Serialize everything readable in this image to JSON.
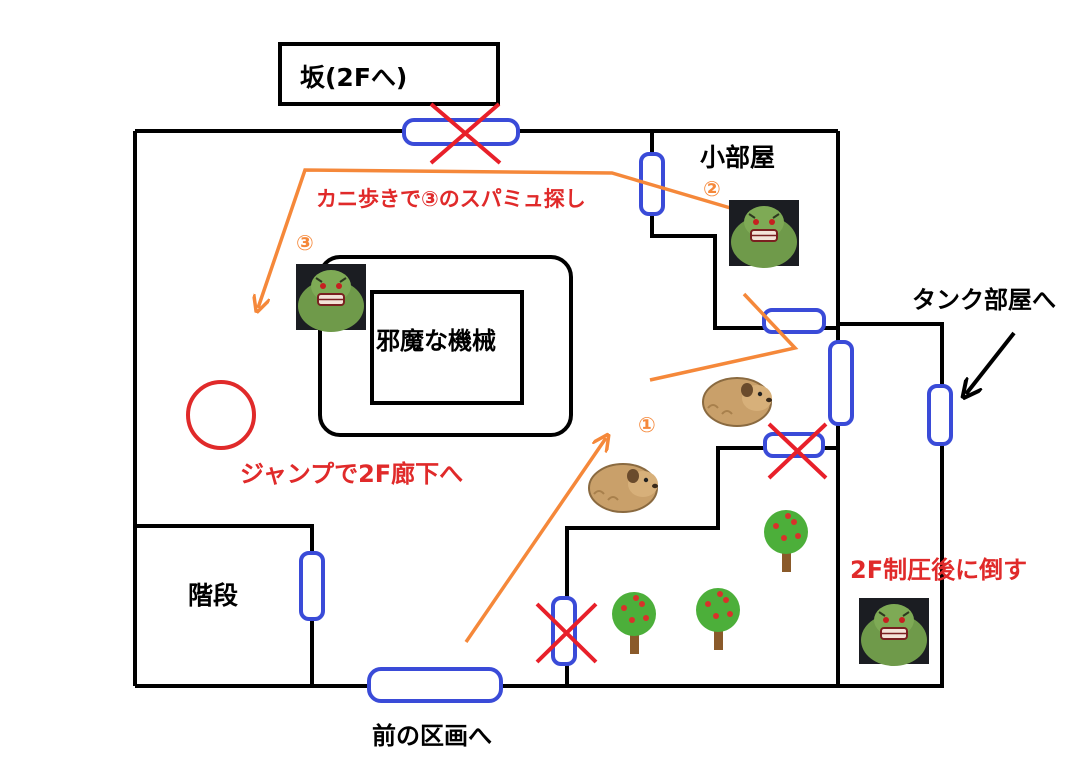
{
  "labels": {
    "slope": "坂(2Fへ)",
    "small_room": "小部屋",
    "crab_walk": "カニ歩きで③のスパミュ探し",
    "marker_1": "①",
    "marker_2": "②",
    "marker_3": "③",
    "machine": "邪魔な機械",
    "tank_room": "タンク部屋へ",
    "jump": "ジャンプで2F廊下へ",
    "stairs": "階段",
    "after_2f": "2F制圧後に倒す",
    "prev_section": "前の区画へ"
  },
  "colors": {
    "wall": "#000000",
    "door": "#3a4bd8",
    "route": "#f5883a",
    "red_text": "#e02a2a",
    "cross": "#e8202a",
    "enemy_green": "#6f9a4a",
    "creature_tan": "#c9a06a",
    "tree_green": "#4caf3a",
    "apple_red": "#d8322a",
    "trunk": "#8a5a2a"
  },
  "icons": [
    "slime-monster-icon",
    "guinea-pig-icon",
    "apple-tree-icon",
    "red-circle-target-icon",
    "red-cross-icon"
  ]
}
